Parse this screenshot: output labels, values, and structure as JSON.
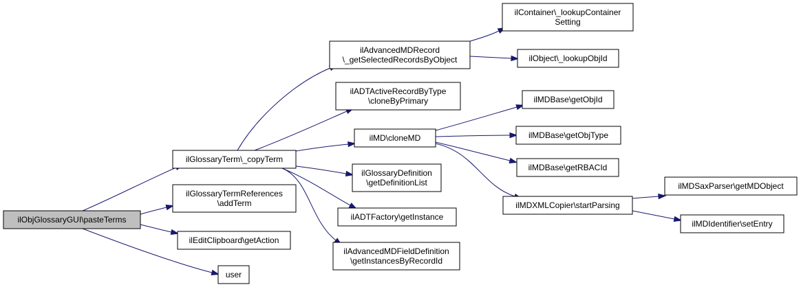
{
  "diagram": {
    "colors": {
      "edge": "#191970",
      "root_fill": "#bfbfbf",
      "node_fill": "#ffffff",
      "node_stroke": "#000000"
    },
    "nodes": [
      {
        "id": "paste",
        "lines": [
          "ilObjGlossaryGUI\\pasteTerms"
        ],
        "root": true
      },
      {
        "id": "copy",
        "lines": [
          "ilGlossaryTerm\\_copyTerm"
        ]
      },
      {
        "id": "refs",
        "lines": [
          "ilGlossaryTermReferences",
          "\\addTerm"
        ]
      },
      {
        "id": "clip",
        "lines": [
          "ilEditClipboard\\getAction"
        ]
      },
      {
        "id": "user",
        "lines": [
          "user"
        ]
      },
      {
        "id": "advrec",
        "lines": [
          "ilAdvancedMDRecord",
          "\\_getSelectedRecordsByObject"
        ]
      },
      {
        "id": "adtactive",
        "lines": [
          "ilADTActiveRecordByType",
          "\\cloneByPrimary"
        ]
      },
      {
        "id": "clonemd",
        "lines": [
          "ilMD\\cloneMD"
        ]
      },
      {
        "id": "glossdef",
        "lines": [
          "ilGlossaryDefinition",
          "\\getDefinitionList"
        ]
      },
      {
        "id": "adtfactory",
        "lines": [
          "ilADTFactory\\getInstance"
        ]
      },
      {
        "id": "advfield",
        "lines": [
          "ilAdvancedMDFieldDefinition",
          "\\getInstancesByRecordId"
        ]
      },
      {
        "id": "container",
        "lines": [
          "ilContainer\\_lookupContainer",
          "Setting"
        ]
      },
      {
        "id": "lookupobj",
        "lines": [
          "ilObject\\_lookupObjId"
        ]
      },
      {
        "id": "getobjid",
        "lines": [
          "ilMDBase\\getObjId"
        ]
      },
      {
        "id": "getobjtype",
        "lines": [
          "ilMDBase\\getObjType"
        ]
      },
      {
        "id": "getrbac",
        "lines": [
          "ilMDBase\\getRBACId"
        ]
      },
      {
        "id": "startparse",
        "lines": [
          "ilMDXMLCopier\\startParsing"
        ]
      },
      {
        "id": "saxparser",
        "lines": [
          "ilMDSaxParser\\getMDObject"
        ]
      },
      {
        "id": "setentry",
        "lines": [
          "ilMDIdentifier\\setEntry"
        ]
      }
    ],
    "edges": [
      {
        "from": "paste",
        "to": "copy"
      },
      {
        "from": "paste",
        "to": "refs"
      },
      {
        "from": "paste",
        "to": "clip"
      },
      {
        "from": "paste",
        "to": "user"
      },
      {
        "from": "copy",
        "to": "advrec"
      },
      {
        "from": "copy",
        "to": "adtactive"
      },
      {
        "from": "copy",
        "to": "clonemd"
      },
      {
        "from": "copy",
        "to": "glossdef"
      },
      {
        "from": "copy",
        "to": "adtfactory"
      },
      {
        "from": "copy",
        "to": "advfield"
      },
      {
        "from": "advrec",
        "to": "container"
      },
      {
        "from": "advrec",
        "to": "lookupobj"
      },
      {
        "from": "clonemd",
        "to": "getobjid"
      },
      {
        "from": "clonemd",
        "to": "getobjtype"
      },
      {
        "from": "clonemd",
        "to": "getrbac"
      },
      {
        "from": "clonemd",
        "to": "startparse"
      },
      {
        "from": "startparse",
        "to": "saxparser"
      },
      {
        "from": "startparse",
        "to": "setentry"
      }
    ]
  }
}
